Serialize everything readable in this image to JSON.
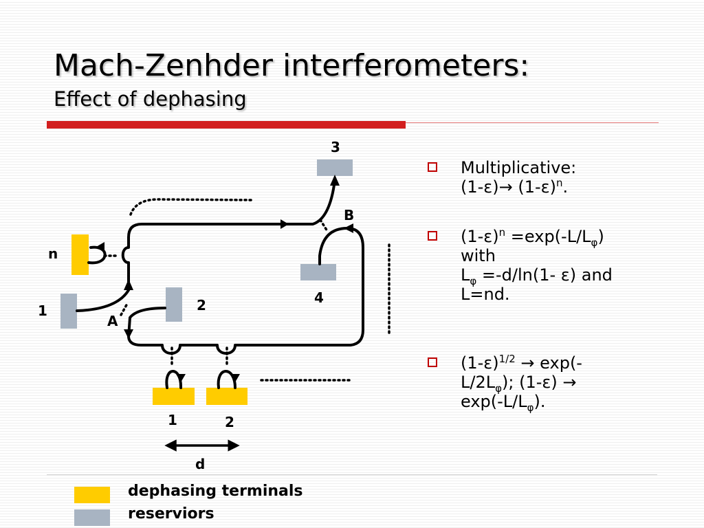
{
  "title": "Mach-Zenhder interferometers:",
  "subtitle": "Effect of dephasing",
  "colors": {
    "accent": "#d21e1e",
    "terminal": "#ffcc00",
    "reservoir": "#a8b4c2",
    "bullet": "#c00000"
  },
  "diagram": {
    "labels": {
      "n": "n",
      "one_left": "1",
      "A": "A",
      "two_mid": "2",
      "three": "3",
      "B": "B",
      "four": "4",
      "one_bottom": "1",
      "two_bottom": "2",
      "d": "d"
    },
    "dots_top": "……………",
    "dots_bottom": "……………"
  },
  "bullets": [
    {
      "l1": "Multiplicative:",
      "l2a": "(1-ε)→ (1-ε)",
      "l2sup": "n",
      "l2b": "."
    },
    {
      "l1a": "(1-ε)",
      "l1sup": "n",
      "l1b": " =exp(-L/L",
      "l1sub": "φ",
      "l1c": ")",
      "l2": "with",
      "l3a": "L",
      "l3sub": "φ",
      "l3b": " =-d/ln(1- ε) and",
      "l4": "L=nd."
    },
    {
      "a1": "(1-ε)",
      "a1sup": "1/2",
      "a2": "→ exp(-",
      "b1": "L/2L",
      "b1sub": "φ",
      "b2": "); (1-ε) →",
      "c1": "exp(-L/L",
      "c1sub": "φ",
      "c2": ")."
    }
  ],
  "legend": [
    {
      "label": "dephasing terminals"
    },
    {
      "label": "reserviors"
    }
  ]
}
